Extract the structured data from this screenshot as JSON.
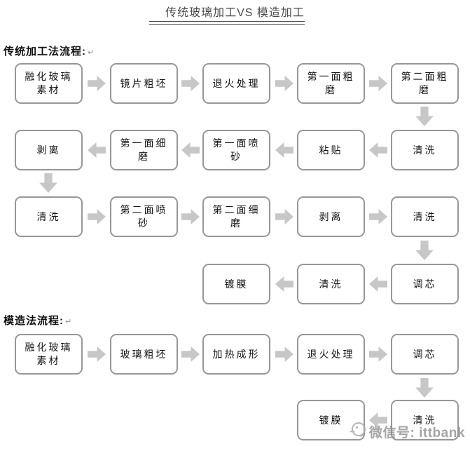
{
  "title": "传统玻璃加工VS 模造加工",
  "sections": [
    {
      "label": "传统加工法流程:",
      "mark": "↵"
    },
    {
      "label": "模造法流程:",
      "mark": "↵"
    }
  ],
  "boxes": [
    "融化玻璃素材",
    "镜片粗坯",
    "退火处理",
    "第一面粗磨",
    "第二面粗磨",
    "剥离",
    "第一面细磨",
    "第一面喷砂",
    "粘贴",
    "清洗",
    "清洗",
    "第二面喷砂",
    "第二面细磨",
    "剥离",
    "清洗",
    "镀膜",
    "清洗",
    "调芯",
    "融化玻璃素材",
    "玻璃粗坯",
    "加热成形",
    "退火处理",
    "调芯",
    "镀膜",
    "清洗"
  ],
  "flows": {
    "traditional": [
      "融化玻璃素材",
      "镜片粗坯",
      "退火处理",
      "第一面粗磨",
      "第二面粗磨",
      "清洗",
      "粘贴",
      "第一面喷砂",
      "第一面细磨",
      "剥离",
      "清洗",
      "第二面喷砂",
      "第二面细磨",
      "剥离",
      "清洗",
      "调芯",
      "清洗",
      "镀膜"
    ],
    "molded": [
      "融化玻璃素材",
      "玻璃粗坯",
      "加热成形",
      "退火处理",
      "调芯",
      "清洗",
      "镀膜"
    ]
  },
  "watermark": {
    "text": "微信号: ittbank",
    "icon": "ittbank-logo-icon"
  },
  "colors": {
    "box_border": "#979797",
    "arrow": "#c7c7c7",
    "title_text": "#4a4a4a",
    "box_text": "#141414",
    "watermark_text": "#8f8f8f"
  }
}
